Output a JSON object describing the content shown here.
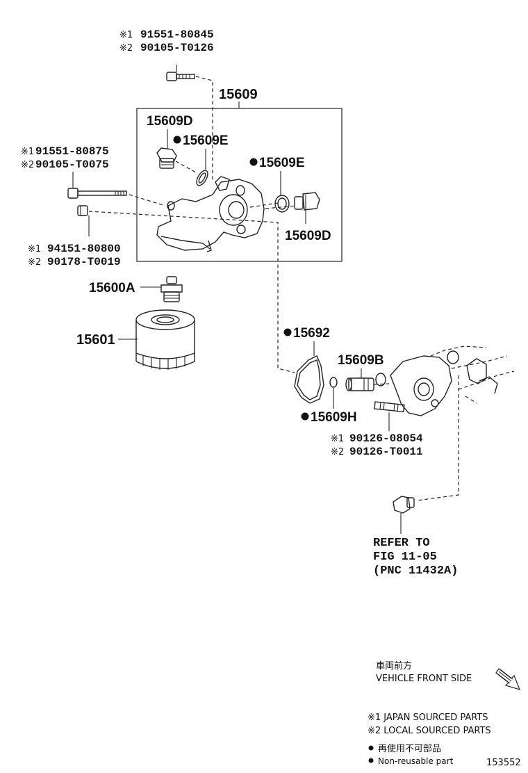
{
  "parts": {
    "p15609": "15609",
    "p15609D_top": "15609D",
    "p15609E_left": "15609E",
    "p15609E_right": "15609E",
    "p15609D_right": "15609D",
    "p15600A": "15600A",
    "p15601": "15601",
    "p15692": "15692",
    "p15609B": "15609B",
    "p15609H": "15609H"
  },
  "bolt_top": {
    "mark1": "※1",
    "num1": "91551-80845",
    "mark2": "※2",
    "num2": "90105-T0126"
  },
  "bolt_left": {
    "mark1": "※1",
    "num1": "91551-80875",
    "mark2": "※2",
    "num2": "90105-T0075"
  },
  "nut_left": {
    "mark1": "※1",
    "num1": "94151-80800",
    "mark2": "※2",
    "num2": "90178-T0019"
  },
  "stud": {
    "mark1": "※1",
    "num1": "90126-08054",
    "mark2": "※2",
    "num2": "90126-T0011"
  },
  "refer": {
    "line1": "REFER TO",
    "line2": "FIG 11-05",
    "line3": "(PNC 11432A)"
  },
  "legend": {
    "front_jp": "車両前方",
    "front_en": "VEHICLE FRONT SIDE",
    "japan": "※1 JAPAN SOURCED PARTS",
    "local": "※2 LOCAL SOURCED PARTS",
    "nonreuse_jp": "再使用不可部品",
    "nonreuse_en": "Non-reusable part"
  },
  "figure_id": "153552"
}
